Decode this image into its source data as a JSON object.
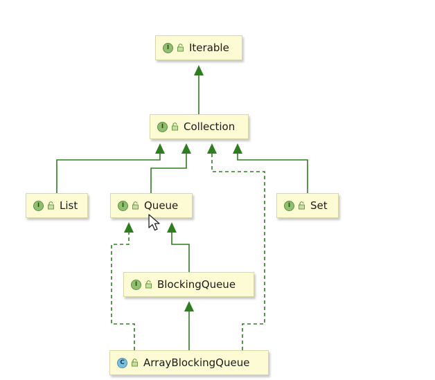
{
  "colors": {
    "edge": "#2e7d1e",
    "node_fill": "#fdfbd4",
    "interface_badge": "#8fbf6f",
    "class_badge": "#7bbfe0"
  },
  "nodes": {
    "iterable": {
      "badge": "I",
      "label": "Iterable",
      "kind": "interface"
    },
    "collection": {
      "badge": "I",
      "label": "Collection",
      "kind": "interface"
    },
    "list": {
      "badge": "I",
      "label": "List",
      "kind": "interface"
    },
    "queue": {
      "badge": "I",
      "label": "Queue",
      "kind": "interface"
    },
    "set": {
      "badge": "I",
      "label": "Set",
      "kind": "interface"
    },
    "blocking_queue": {
      "badge": "I",
      "label": "BlockingQueue",
      "kind": "interface"
    },
    "array_blocking_queue": {
      "badge": "C",
      "label": "ArrayBlockingQueue",
      "kind": "class"
    }
  },
  "edges": [
    {
      "from": "Collection",
      "to": "Iterable",
      "style": "solid"
    },
    {
      "from": "List",
      "to": "Collection",
      "style": "solid"
    },
    {
      "from": "Queue",
      "to": "Collection",
      "style": "solid"
    },
    {
      "from": "Set",
      "to": "Collection",
      "style": "solid"
    },
    {
      "from": "ArrayBlockingQueue",
      "to": "Collection",
      "style": "dashed"
    },
    {
      "from": "BlockingQueue",
      "to": "Queue",
      "style": "solid"
    },
    {
      "from": "ArrayBlockingQueue",
      "to": "Queue",
      "style": "dashed"
    },
    {
      "from": "ArrayBlockingQueue",
      "to": "BlockingQueue",
      "style": "solid"
    }
  ],
  "cursor": {
    "icon": "arrow-cursor-icon"
  }
}
